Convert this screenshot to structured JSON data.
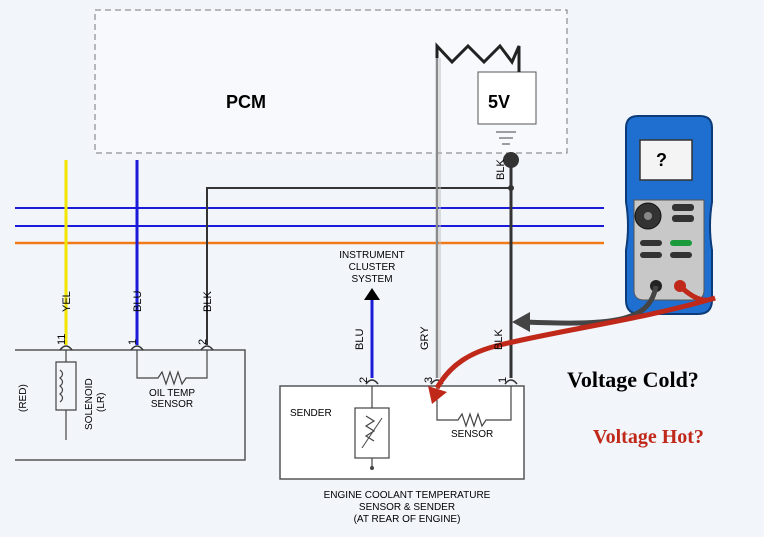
{
  "pcm": {
    "label": "PCM",
    "voltage": "5V"
  },
  "meter": {
    "display": "?"
  },
  "questions": {
    "cold": "Voltage Cold?",
    "hot": "Voltage Hot?",
    "hot_color": "#c0281a"
  },
  "wires": {
    "yel": "YEL",
    "blu": "BLU",
    "blk": "BLK",
    "gry": "GRY"
  },
  "pins": {
    "p11": "11",
    "p1": "1",
    "p2": "2",
    "p3": "3"
  },
  "components": {
    "instrument_cluster": [
      "INSTRUMENT",
      "CLUSTER",
      "SYSTEM"
    ],
    "solenoid": "SOLENOID",
    "solenoid_sub": "(LR)",
    "red_partial": "(RED)",
    "oil_temp": [
      "OIL TEMP",
      "SENSOR"
    ],
    "sender": "SENDER",
    "sensor": "SENSOR",
    "ect": [
      "ENGINE COOLANT TEMPERATURE",
      "SENSOR & SENDER",
      "(AT REAR OF ENGINE)"
    ]
  },
  "colors": {
    "yellow_wire": "#f2e600",
    "blue_wire": "#1a1ad8",
    "orange_wire": "#f07a1a",
    "arrow_red": "#c0281a",
    "meter_blue": "#1f6fd0"
  }
}
